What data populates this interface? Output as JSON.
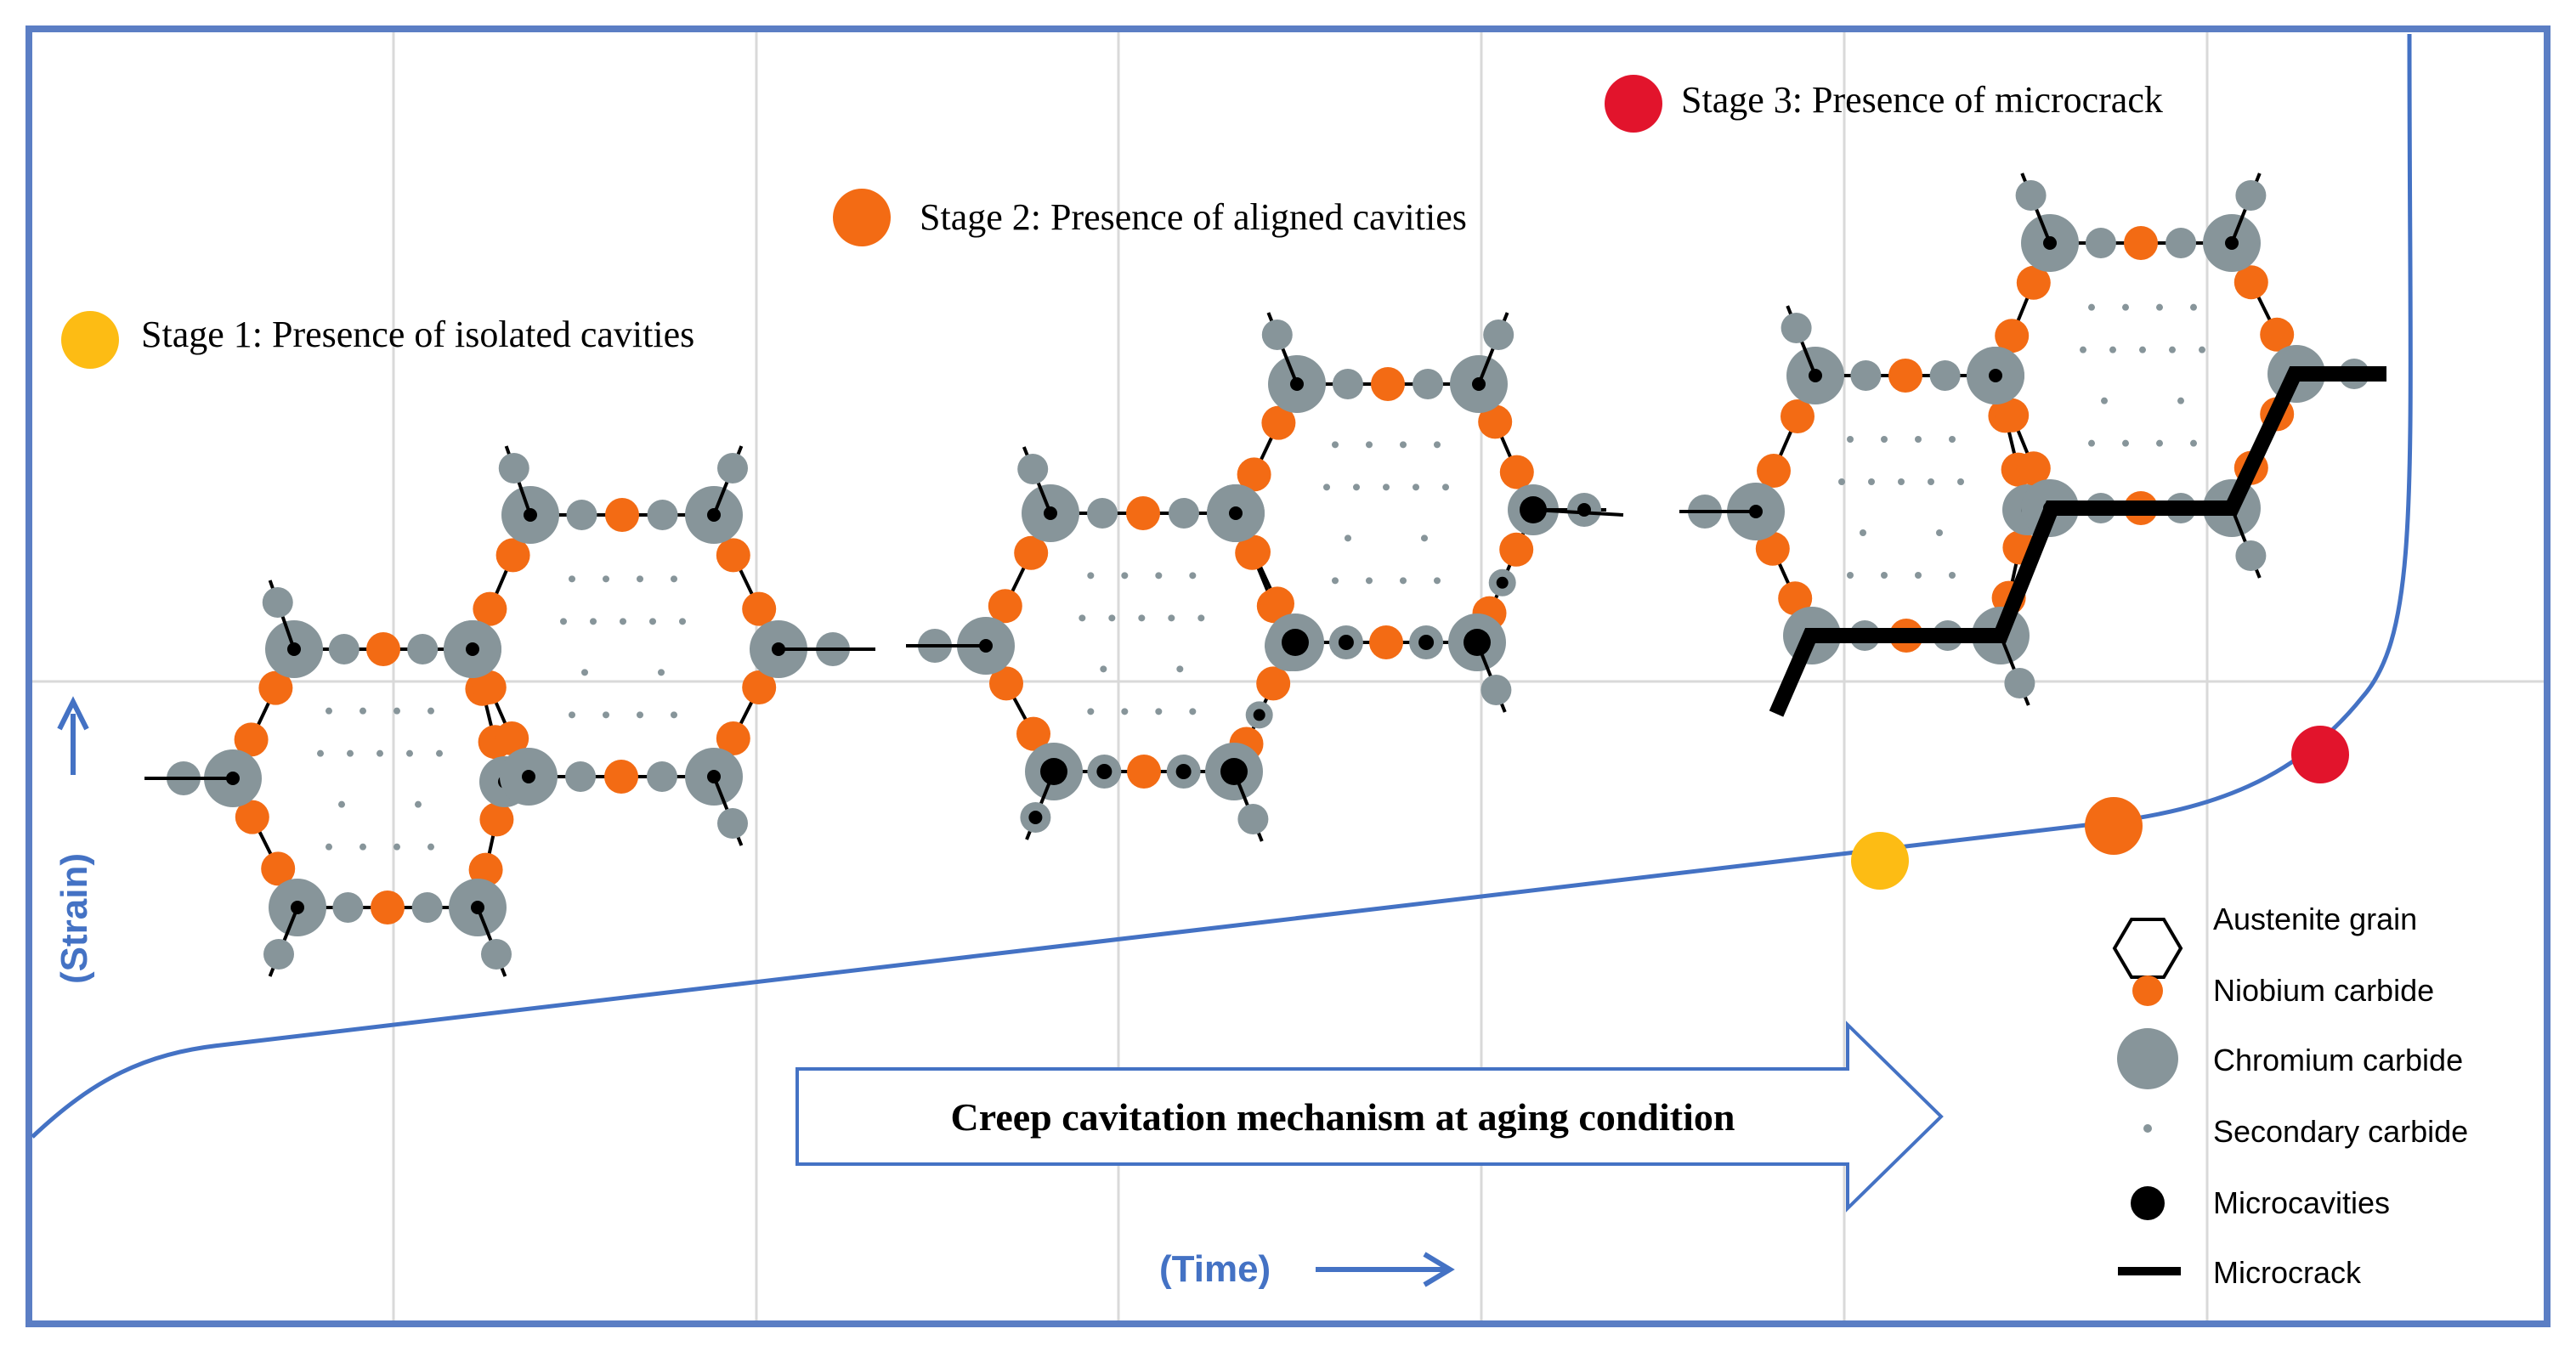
{
  "colors": {
    "frame": "#5b7ec4",
    "curve": "#4472c4",
    "grid": "#d9d9d9",
    "stage1": "#fdbc14",
    "stage2": "#f36b14",
    "stage3": "#e2142c",
    "niobium": "#f36b14",
    "chromium": "#87959a",
    "secondary": "#87959a",
    "cavity": "#000000",
    "microcrack": "#000000",
    "boundary": "#000000"
  },
  "stages": [
    {
      "label": "Stage 1: Presence of isolated cavities",
      "color_key": "stage1"
    },
    {
      "label": "Stage 2: Presence of aligned cavities",
      "color_key": "stage2"
    },
    {
      "label": "Stage 3: Presence of microcrack",
      "color_key": "stage3"
    }
  ],
  "axes": {
    "y_label": "(Strain)",
    "x_label": "(Time)"
  },
  "process_arrow": {
    "label": "Creep cavitation mechanism at aging condition"
  },
  "legend": [
    {
      "label": "Austenite grain",
      "icon": "hexagon-icon"
    },
    {
      "label": "Niobium carbide",
      "icon": "niobium-dot-icon"
    },
    {
      "label": "Chromium carbide",
      "icon": "chromium-dot-icon"
    },
    {
      "label": "Secondary carbide",
      "icon": "secondary-dot-icon"
    },
    {
      "label": "Microcavities",
      "icon": "cavity-dot-icon"
    },
    {
      "label": "Microcrack",
      "icon": "crack-line-icon"
    }
  ]
}
